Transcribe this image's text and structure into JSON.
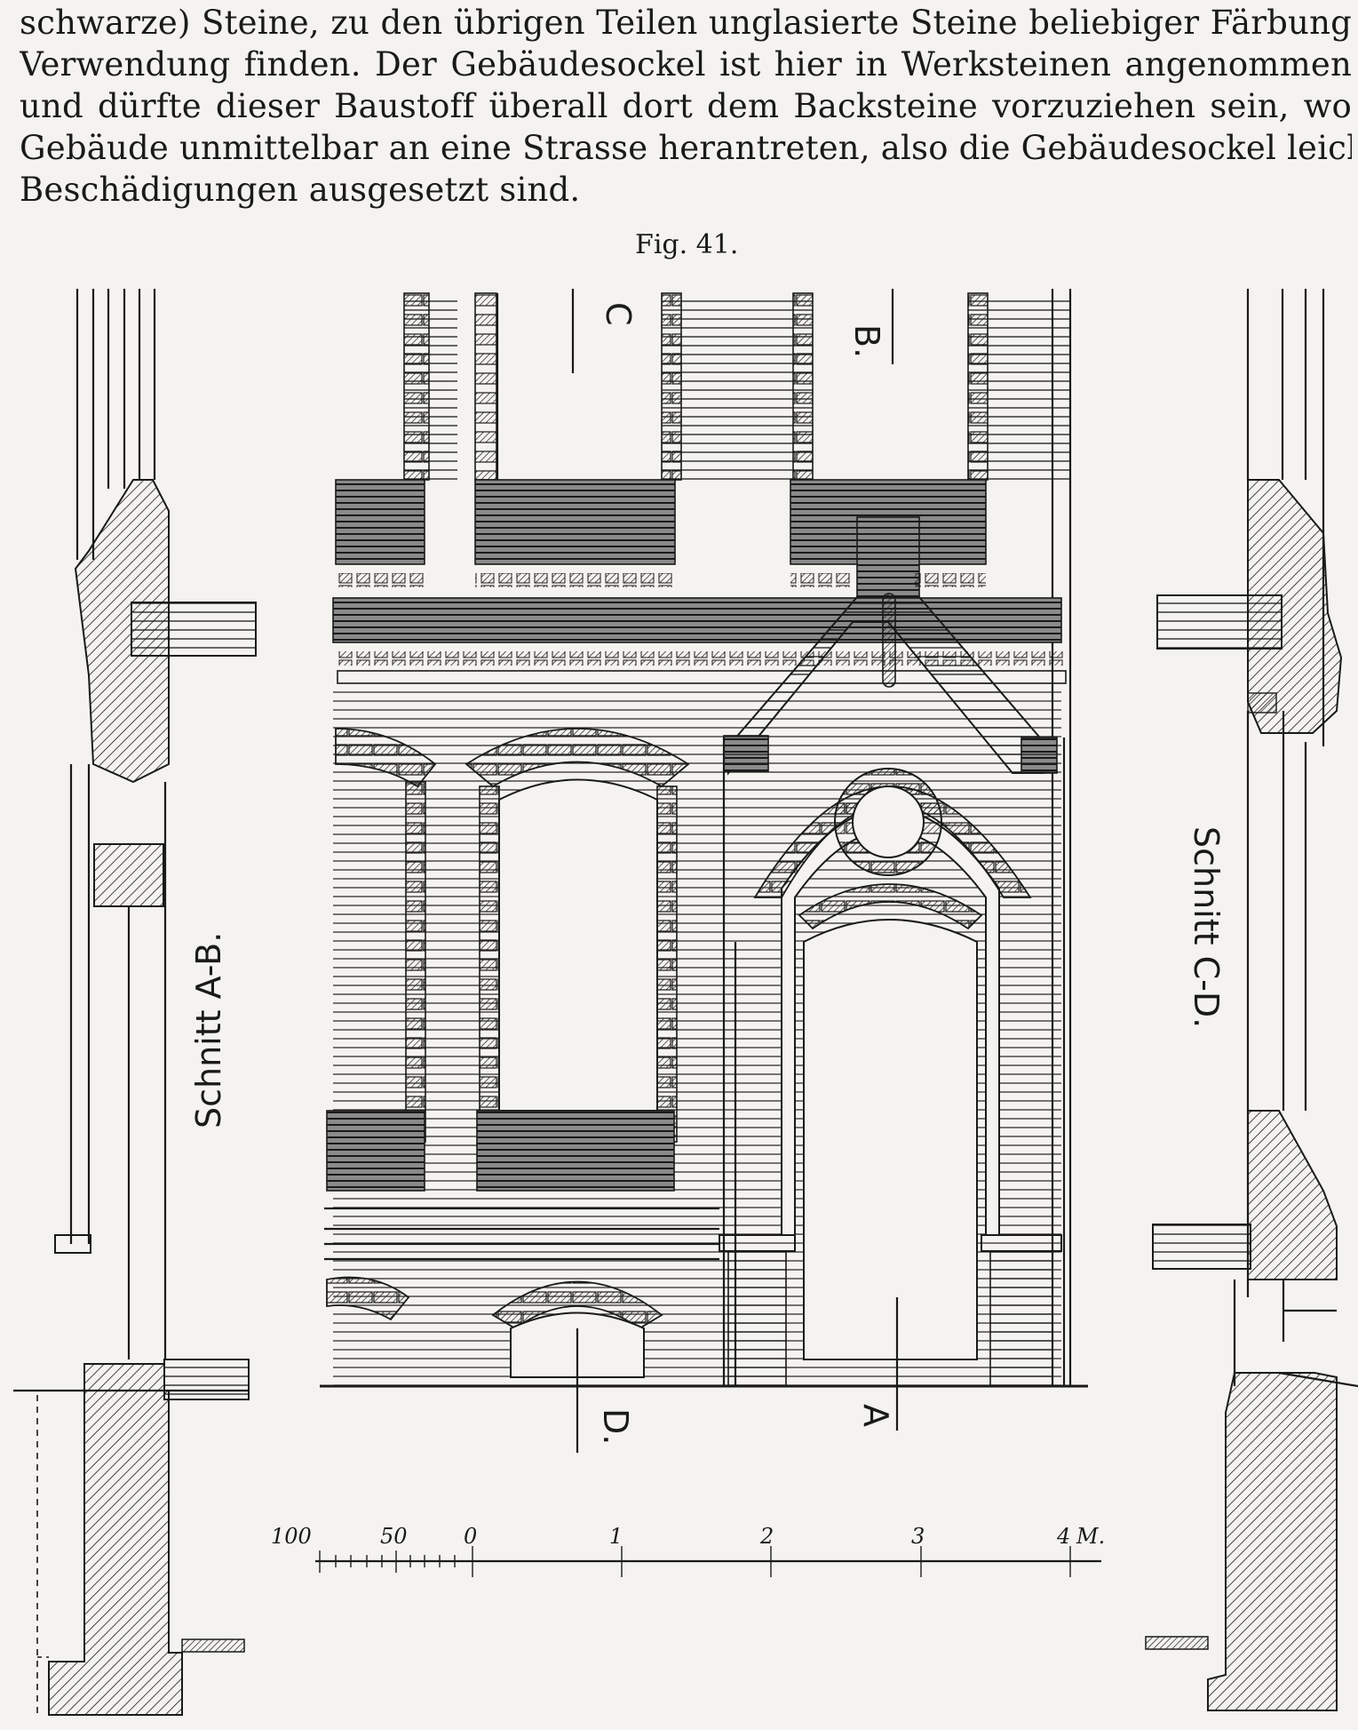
{
  "text": {
    "lines": [
      "schwarze) Steine, zu den übrigen Teilen unglasierte Steine beliebiger Färbung",
      "Verwendung finden. Der Gebäudesockel ist hier in Werksteinen angenommen",
      "und dürfte dieser Baustoff überall dort dem Backsteine vorzuziehen sein, wo",
      "Gebäude unmittelbar an eine Strasse herantreten, also die Gebäudesockel leicht",
      "Beschädigungen ausgesetzt sind."
    ]
  },
  "figure": {
    "caption": "Fig. 41.",
    "section_labels": {
      "ab": "Schnitt A-B.",
      "cd": "Schnitt C-D."
    },
    "cut_markers": {
      "a": "A",
      "b": "B.",
      "c": "C",
      "d": "D."
    },
    "scale": {
      "ticks": [
        "100",
        "50",
        "0",
        "1",
        "2",
        "3",
        "4"
      ],
      "unit": "M."
    }
  }
}
